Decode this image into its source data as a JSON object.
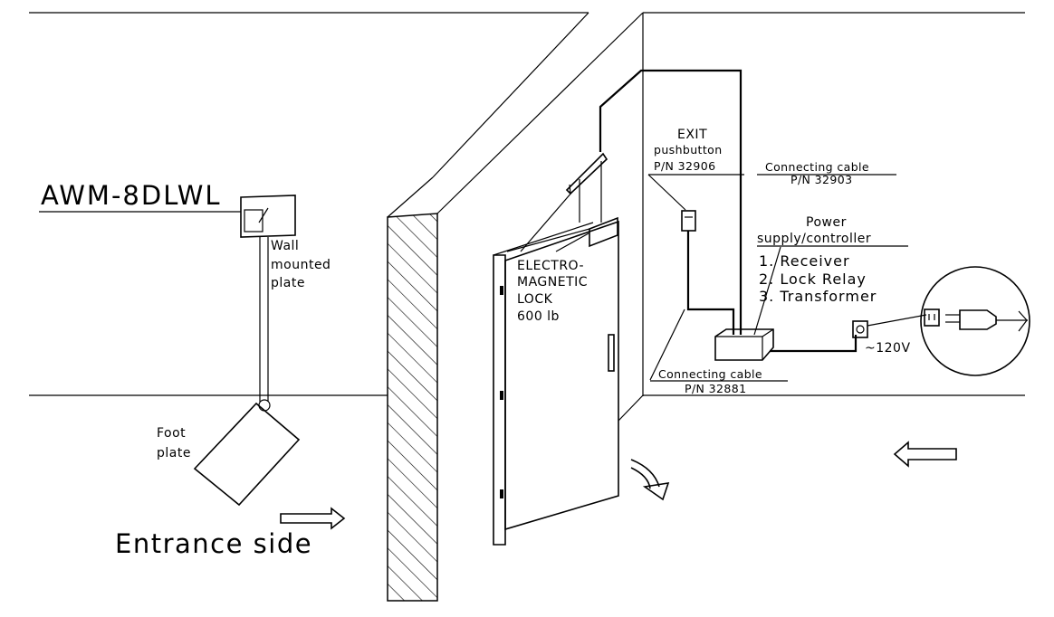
{
  "model_label": "AWM-8DLWL",
  "wall_plate": [
    "Wall",
    "mounted",
    "plate"
  ],
  "foot_plate": [
    "Foot",
    "plate"
  ],
  "entrance_label": "Entrance side",
  "lock_label": [
    "ELECTRO-",
    "MAGNETIC",
    "LOCK",
    "600 lb"
  ],
  "exit_button": [
    "EXIT",
    "pushbutton",
    "P/N 32906"
  ],
  "cable_top": [
    "Connecting cable",
    "P/N 32903"
  ],
  "cable_bottom": [
    "Connecting cable",
    "P/N 32881"
  ],
  "power_title": [
    "Power",
    "supply/controller"
  ],
  "power_items": [
    "1. Receiver",
    "2. Lock Relay",
    "3. Transformer"
  ],
  "mains_label": "~120V"
}
